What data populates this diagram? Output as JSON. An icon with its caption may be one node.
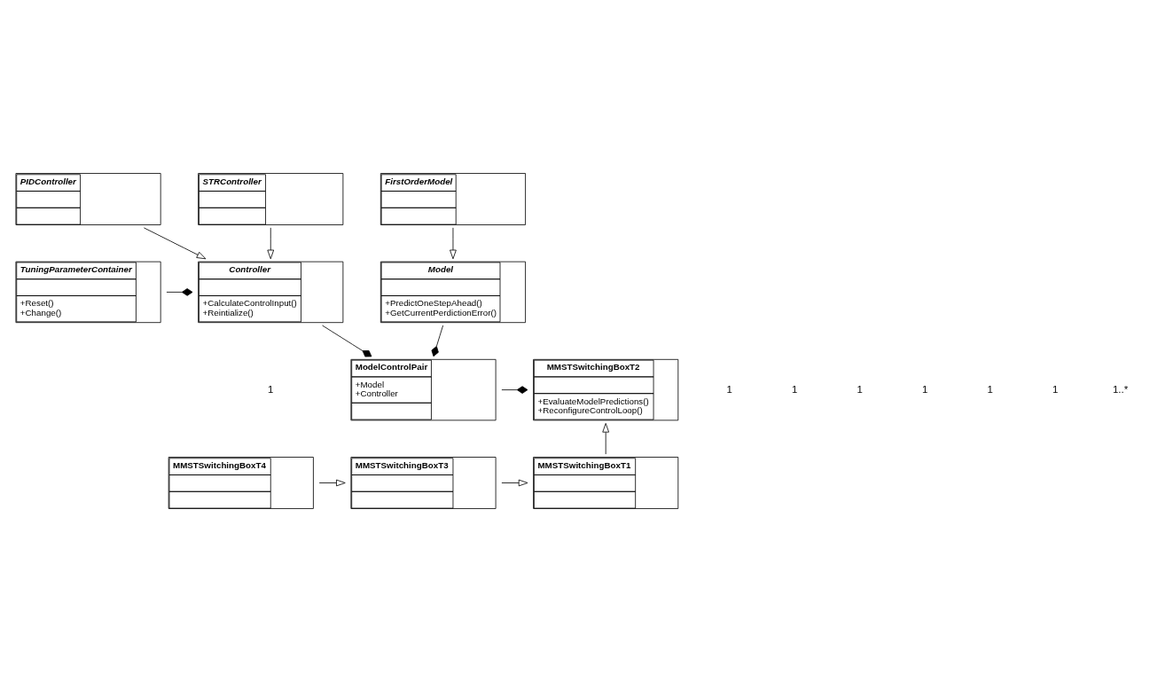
{
  "diagram": {
    "nodes": [
      {
        "text": [
          "PIDController"
        ]
      },
      {
        "text": [
          "STRController"
        ]
      },
      {
        "text": [
          "FirstOrderModel"
        ]
      },
      {
        "text": [
          "TuningParameterContainer",
          "+Reset()",
          "+Change()"
        ]
      },
      {
        "text": [
          "Controller",
          "+CalculateControlInput()",
          "+Reintialize()"
        ]
      },
      {
        "text": [
          "Model",
          "+PredictOneStepAhead()",
          "+GetCurrentPerdictionError()"
        ]
      },
      {
        "text": [
          "MMSTSwitchingBoxT2",
          "+EvaluateModelPredictions()",
          "+ReconfigureControlLoop()"
        ]
      },
      {
        "text": [
          "ModelControlPair",
          "+Model",
          "+Controller"
        ]
      },
      {
        "text": [
          "MMSTSwitchingBoxT1"
        ]
      },
      {
        "text": [
          "MMSTSwitchingBoxT3"
        ]
      },
      {
        "text": [
          "MMSTSwitchingBoxT4"
        ]
      }
    ],
    "edges": [
      {
        "from": 0,
        "to": 4,
        "arrow": "to"
      },
      {
        "from": 1,
        "to": 4,
        "arrow": "to"
      },
      {
        "from": 2,
        "to": 5,
        "arrow": "to"
      },
      {
        "from": 3,
        "to": 4,
        "arrow": "other"
      },
      {
        "from": 4,
        "to": 7,
        "arrow": "other"
      },
      {
        "from": 5,
        "to": 7,
        "arrow": "other"
      },
      {
        "from": 7,
        "to": 6,
        "arrow": "other"
      },
      {
        "from": 8,
        "to": 6,
        "arrow": "to"
      },
      {
        "from": 9,
        "to": 8,
        "arrow": "to"
      },
      {
        "from": 10,
        "to": 9,
        "arrow": "to"
      }
    ],
    "labels": [
      "1",
      "1",
      "1",
      "1",
      "1",
      "1",
      "1",
      "1..*"
    ]
  }
}
